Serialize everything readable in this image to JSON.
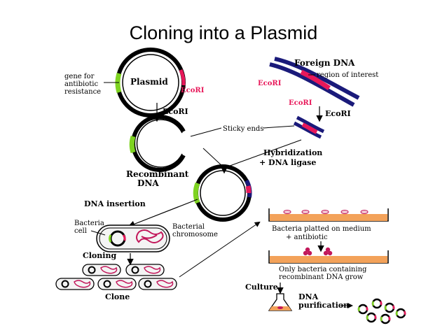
{
  "title": "Cloning into a Plasmid",
  "labels": {
    "gene_for_antibiotic_line1": "gene for",
    "gene_for_antibiotic_line2": "antibiotic",
    "gene_for_antibiotic_line3": "resistance",
    "plasmid": "Plasmid",
    "ecori_plasmid": "EcoRI",
    "foreign_dna": "Foreign DNA",
    "region_of_interest": "region of interest",
    "ecori_foreign_left": "EcoRI",
    "ecori_foreign_bottom": "EcoRI",
    "ecori_arrow_left": "EcoRI",
    "ecori_arrow_right": "EcoRI",
    "sticky_ends": "Sticky ends",
    "hybridization": "Hybridization",
    "dna_ligase": "+ DNA ligase",
    "recombinant_line1": "Recombinant",
    "recombinant_line2": "DNA",
    "dna_insertion": "DNA insertion",
    "bacteria_cell_line1": "Bacteria",
    "bacteria_cell_line2": "cell",
    "bacterial_chromosome_line1": "Bacterial",
    "bacterial_chromosome_line2": "chromosome",
    "cloning": "Cloning",
    "clone": "Clone",
    "bacteria_platted_line1": "Bacteria platted on medium",
    "bacteria_platted_line2": "+ antibiotic",
    "only_bacteria_line1": "Only bacteria containing",
    "only_bacteria_line2": "recombinant DNA grow",
    "culture": "Culture",
    "dna_purification_line1": "DNA",
    "dna_purification_line2": "purification"
  },
  "colors": {
    "plasmid_ring": "#000000",
    "antibiotic_gene": "#7ed321",
    "ecori_site": "#e8185a",
    "foreign_dna_strand": "#1a1a7a",
    "insert": "#c2185b",
    "plate_medium": "#f3a25a",
    "colony": "#c2185b"
  }
}
